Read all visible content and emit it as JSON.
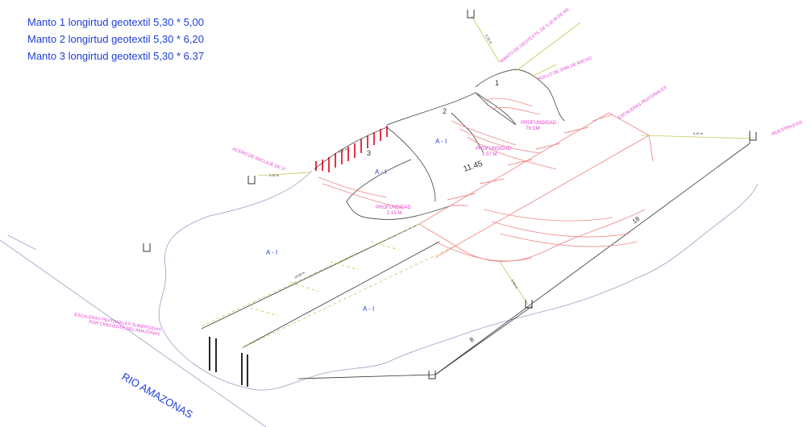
{
  "legend": {
    "lines": [
      "Manto 1 longirtud geotextil 5,30 * 5,00",
      "Manto 2 longirtud geotextil 5,30 * 6,20",
      "Manto 3 longirtud geotextil 5,30 * 6.37"
    ]
  },
  "labels": {
    "river": "RIO AMAZONAS",
    "zone": "A - I",
    "manto_1": "1",
    "manto_2": "2",
    "manto_3": "3",
    "depth_title": "PROFUNDIDAD",
    "depth_79": "79 CM",
    "depth_157": "1.57 M",
    "depth_title_lower": "PROFUNDIDAD",
    "depth_215": "2.15 M",
    "dim_1145": "11.45",
    "dim_18": "18",
    "dim_8": "8",
    "anchor_steel": "ACERO DE ANCLAJE DE 3\"",
    "geo_sheet": "MANTO DE GEOTEXTIL DE 5.30 M DE AN",
    "rollo": "ROLLO DE 3/4M DE ANCHO",
    "stairs_top": "ESCALERAS PEATONALES",
    "muestra": "MUESTRA EXIS",
    "stairs_sub_1": "ESCALERAS PEATONALES SUMERGIDAS",
    "stairs_sub_2": "POR CRECIENTE DEL AMAZONAS",
    "small_5": "5.00 m",
    "small_330": "3.30 m",
    "small_530": "5.30 m",
    "small_640": "6.40 m",
    "small_600": "5.00 m",
    "small_1240": "10.60 m"
  },
  "colors": {
    "legend_blue": "#1f3fd6",
    "magenta": "#e33fd0",
    "red_line": "#f08a8a",
    "red_strong": "#d9001b",
    "black_line": "#333333",
    "light_line": "#9aa0c8",
    "dash_yellow": "#c9c65a"
  }
}
